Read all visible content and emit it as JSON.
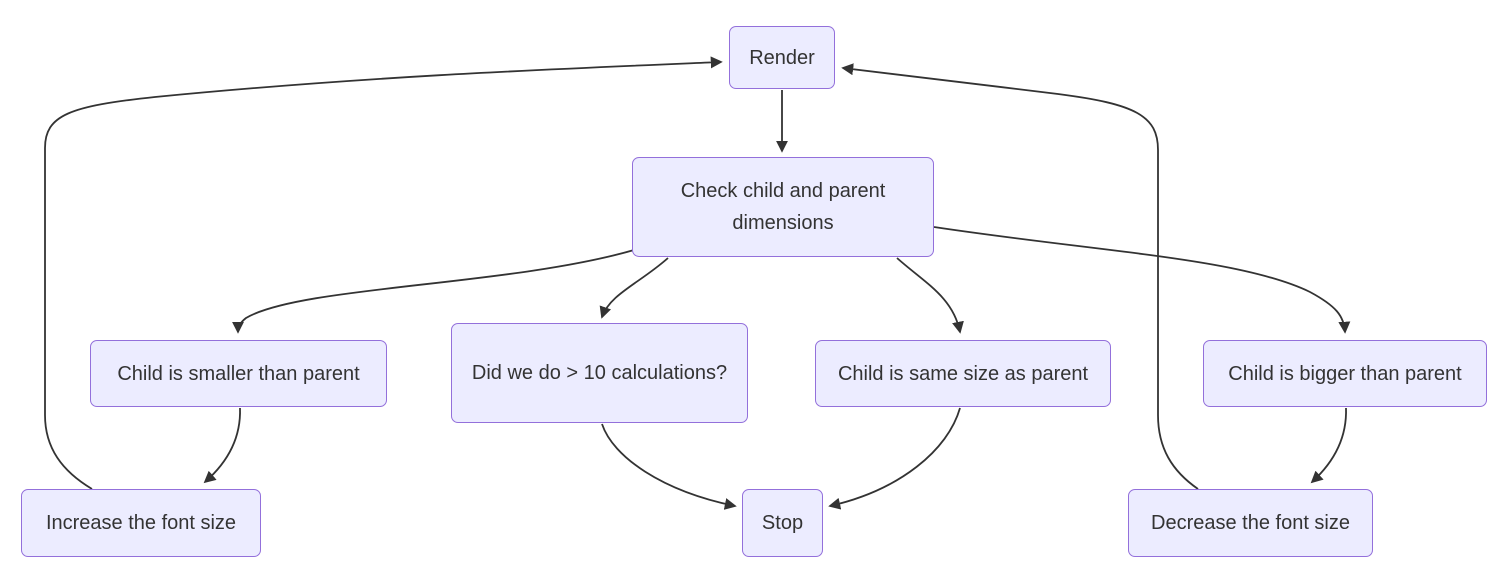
{
  "diagram": {
    "type": "flowchart",
    "colors": {
      "node_fill": "#ECECFF",
      "node_border": "#9370DB",
      "text": "#333333",
      "edge": "#333333",
      "background": "#FFFFFF"
    },
    "nodes": {
      "render": {
        "label": "Render"
      },
      "check": {
        "label": "Check child and parent dimensions"
      },
      "smaller": {
        "label": "Child is smaller than parent"
      },
      "calculations": {
        "label": "Did we do > 10 calculations?"
      },
      "same": {
        "label": "Child is same size as parent"
      },
      "bigger": {
        "label": "Child is bigger than parent"
      },
      "increase": {
        "label": "Increase the font size"
      },
      "stop": {
        "label": "Stop"
      },
      "decrease": {
        "label": "Decrease the font size"
      }
    },
    "edges": [
      {
        "from": "render",
        "to": "check"
      },
      {
        "from": "check",
        "to": "smaller"
      },
      {
        "from": "check",
        "to": "calculations"
      },
      {
        "from": "check",
        "to": "same"
      },
      {
        "from": "check",
        "to": "bigger"
      },
      {
        "from": "smaller",
        "to": "increase"
      },
      {
        "from": "calculations",
        "to": "stop"
      },
      {
        "from": "same",
        "to": "stop"
      },
      {
        "from": "bigger",
        "to": "decrease"
      },
      {
        "from": "increase",
        "to": "render"
      },
      {
        "from": "decrease",
        "to": "render"
      }
    ]
  }
}
